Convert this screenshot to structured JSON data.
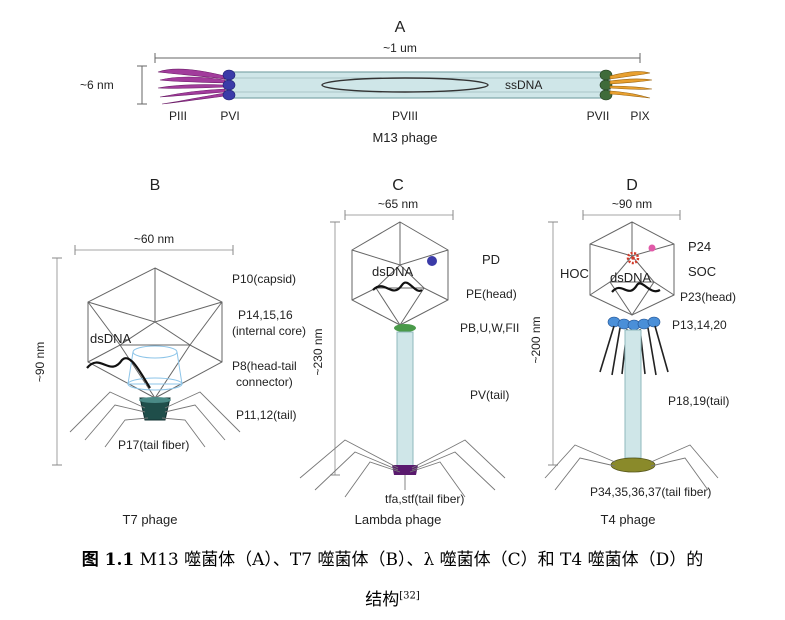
{
  "panels": {
    "A": {
      "letter": "A",
      "length_label": "~1 um",
      "width_label": "~6 nm",
      "dna_label": "ssDNA",
      "proteins": [
        "PIII",
        "PVI",
        "PVIII",
        "PVII",
        "PIX"
      ],
      "name": "M13 phage"
    },
    "B": {
      "letter": "B",
      "width_label": "~60 nm",
      "height_label": "~90 nm",
      "dna_label": "dsDNA",
      "labels": {
        "capsid": "P10(capsid)",
        "core1": "P14,15,16",
        "core2": "(internal core)",
        "connector1": "P8(head-tail",
        "connector2": "connector)",
        "tail": "P11,12(tail)",
        "fiber": "P17(tail fiber)"
      },
      "name": "T7 phage"
    },
    "C": {
      "letter": "C",
      "width_label": "~65 nm",
      "height_label": "~230 nm",
      "dna_label": "dsDNA",
      "labels": {
        "pd": "PD",
        "head": "PE(head)",
        "neck": "PB,U,W,FII",
        "tail": "PV(tail)",
        "fiber": "tfa,stf(tail fiber)"
      },
      "name": "Lambda phage"
    },
    "D": {
      "letter": "D",
      "width_label": "~90 nm",
      "height_label": "~200 nm",
      "dna_label": "dsDNA",
      "labels": {
        "p24": "P24",
        "hoc": "HOC",
        "soc": "SOC",
        "head": "P23(head)",
        "neck": "P13,14,20",
        "tail": "P18,19(tail)",
        "fiber": "P34,35,36,37(tail fiber)"
      },
      "name": "T4 phage"
    }
  },
  "caption": {
    "figure_no": "图 1.1",
    "line1": "M13 噬菌体（A）、T7 噬菌体（B）、λ 噬菌体（C）和 T4 噬菌体（D）的",
    "line2": "结构",
    "ref": "[32]"
  },
  "colors": {
    "m13_body": "#cfe6e8",
    "piii": "#a23c9c",
    "pvi": "#3b3ba8",
    "pvii": "#3f6b3a",
    "pix": "#e8a030",
    "tail_tube": "#cfe6e8",
    "t7_tail": "#1f4e4a",
    "lambda_fiber_base": "#5a1a6e",
    "t4_baseplate": "#8a8a2a",
    "t4_neck": "#4a8fd8"
  }
}
